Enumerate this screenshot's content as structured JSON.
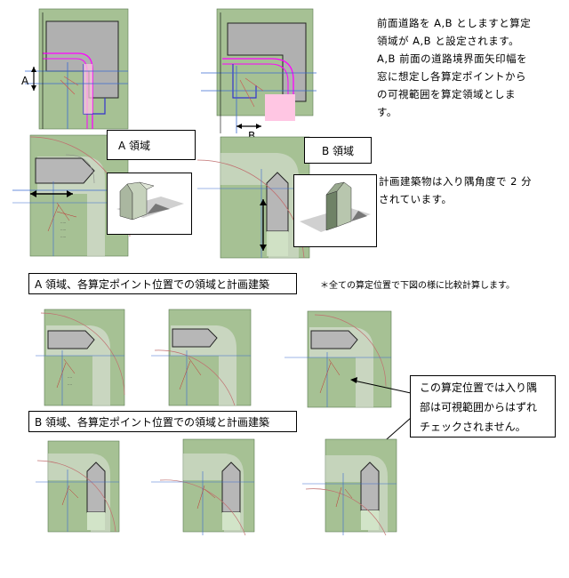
{
  "intro_text": [
    "前面道路を A,B としますと算定",
    "領域が A,B と設定されます。",
    "A,B 前面の道路境界面矢印幅を",
    "窓に想定し各算定ポイントから",
    "の可視範囲を算定領域としま",
    "す。"
  ],
  "labels": {
    "a_area": "A 領域",
    "b_area": "B 領域",
    "a_tag": "A",
    "b_tag": "B"
  },
  "building_text": [
    "計画建築物は入り隅角度で 2 分",
    "されています。"
  ],
  "section_a": "A 領域、各算定ポイント位置での領域と計画建築",
  "section_b": "B 領域、各算定ポイント位置での領域と計画建築",
  "footnote": "＊全ての算定位置で下図の様に比較計算します。",
  "callout_text": [
    "この算定位置では入り隅",
    "部は可視範囲からはずれ",
    "チェックされません。"
  ],
  "colors": {
    "site": "#a6c194",
    "building": "#b7b7b7",
    "road": "#ebebeb",
    "magenta": "#ff00ff",
    "blue": "#3333cc",
    "pink": "#ffc6e3",
    "arc": "#c07070"
  },
  "icons": {
    "arrow": "double-arrow-icon"
  }
}
